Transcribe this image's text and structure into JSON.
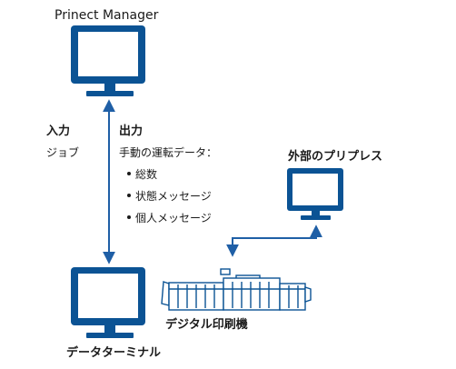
{
  "colors": {
    "monitor": "#0b5394",
    "monitor_dark": "#0a4a85",
    "arrow": "#1f5fa6",
    "text": "#1a1a1a",
    "printer_stroke": "#0b5394"
  },
  "manager": {
    "title": "Prinect Manager",
    "icon": "monitor-icon"
  },
  "link": {
    "input_title": "入力",
    "input_items": [
      "ジョブ"
    ],
    "output_title": "出力",
    "output_subtitle": "手動の運転データ：",
    "output_items": [
      "総数",
      "状態メッセージ",
      "個人メッセージ"
    ]
  },
  "external_prepress": {
    "label": "外部のプリプレス",
    "icon": "monitor-icon"
  },
  "data_terminal": {
    "label": "データターミナル",
    "icon": "monitor-icon"
  },
  "digital_press": {
    "label": "デジタル印刷機",
    "icon": "digital-press-icon"
  }
}
